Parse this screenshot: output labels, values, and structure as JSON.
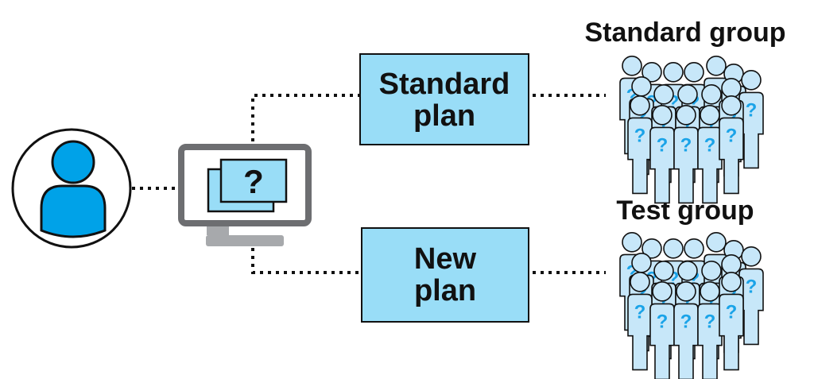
{
  "standard_plan": {
    "line1": "Standard",
    "line2": "plan"
  },
  "new_plan": {
    "line1": "New",
    "line2": "plan"
  },
  "standard_group_label": "Standard group",
  "test_group_label": "Test group",
  "monitor_symbol": "?",
  "person_symbol": "?",
  "icons": {
    "user": "user-avatar-icon",
    "monitor": "computer-monitor-icon",
    "crowd": "people-group-icon"
  },
  "colors": {
    "user_fill": "#00a2e8",
    "box_fill": "#99ddf7",
    "person_fill": "#c7e7f9",
    "question_mark": "#1aa3e8",
    "monitor_frame": "#6d6e71",
    "stand": "#a7a9ac",
    "outline": "#111111"
  }
}
